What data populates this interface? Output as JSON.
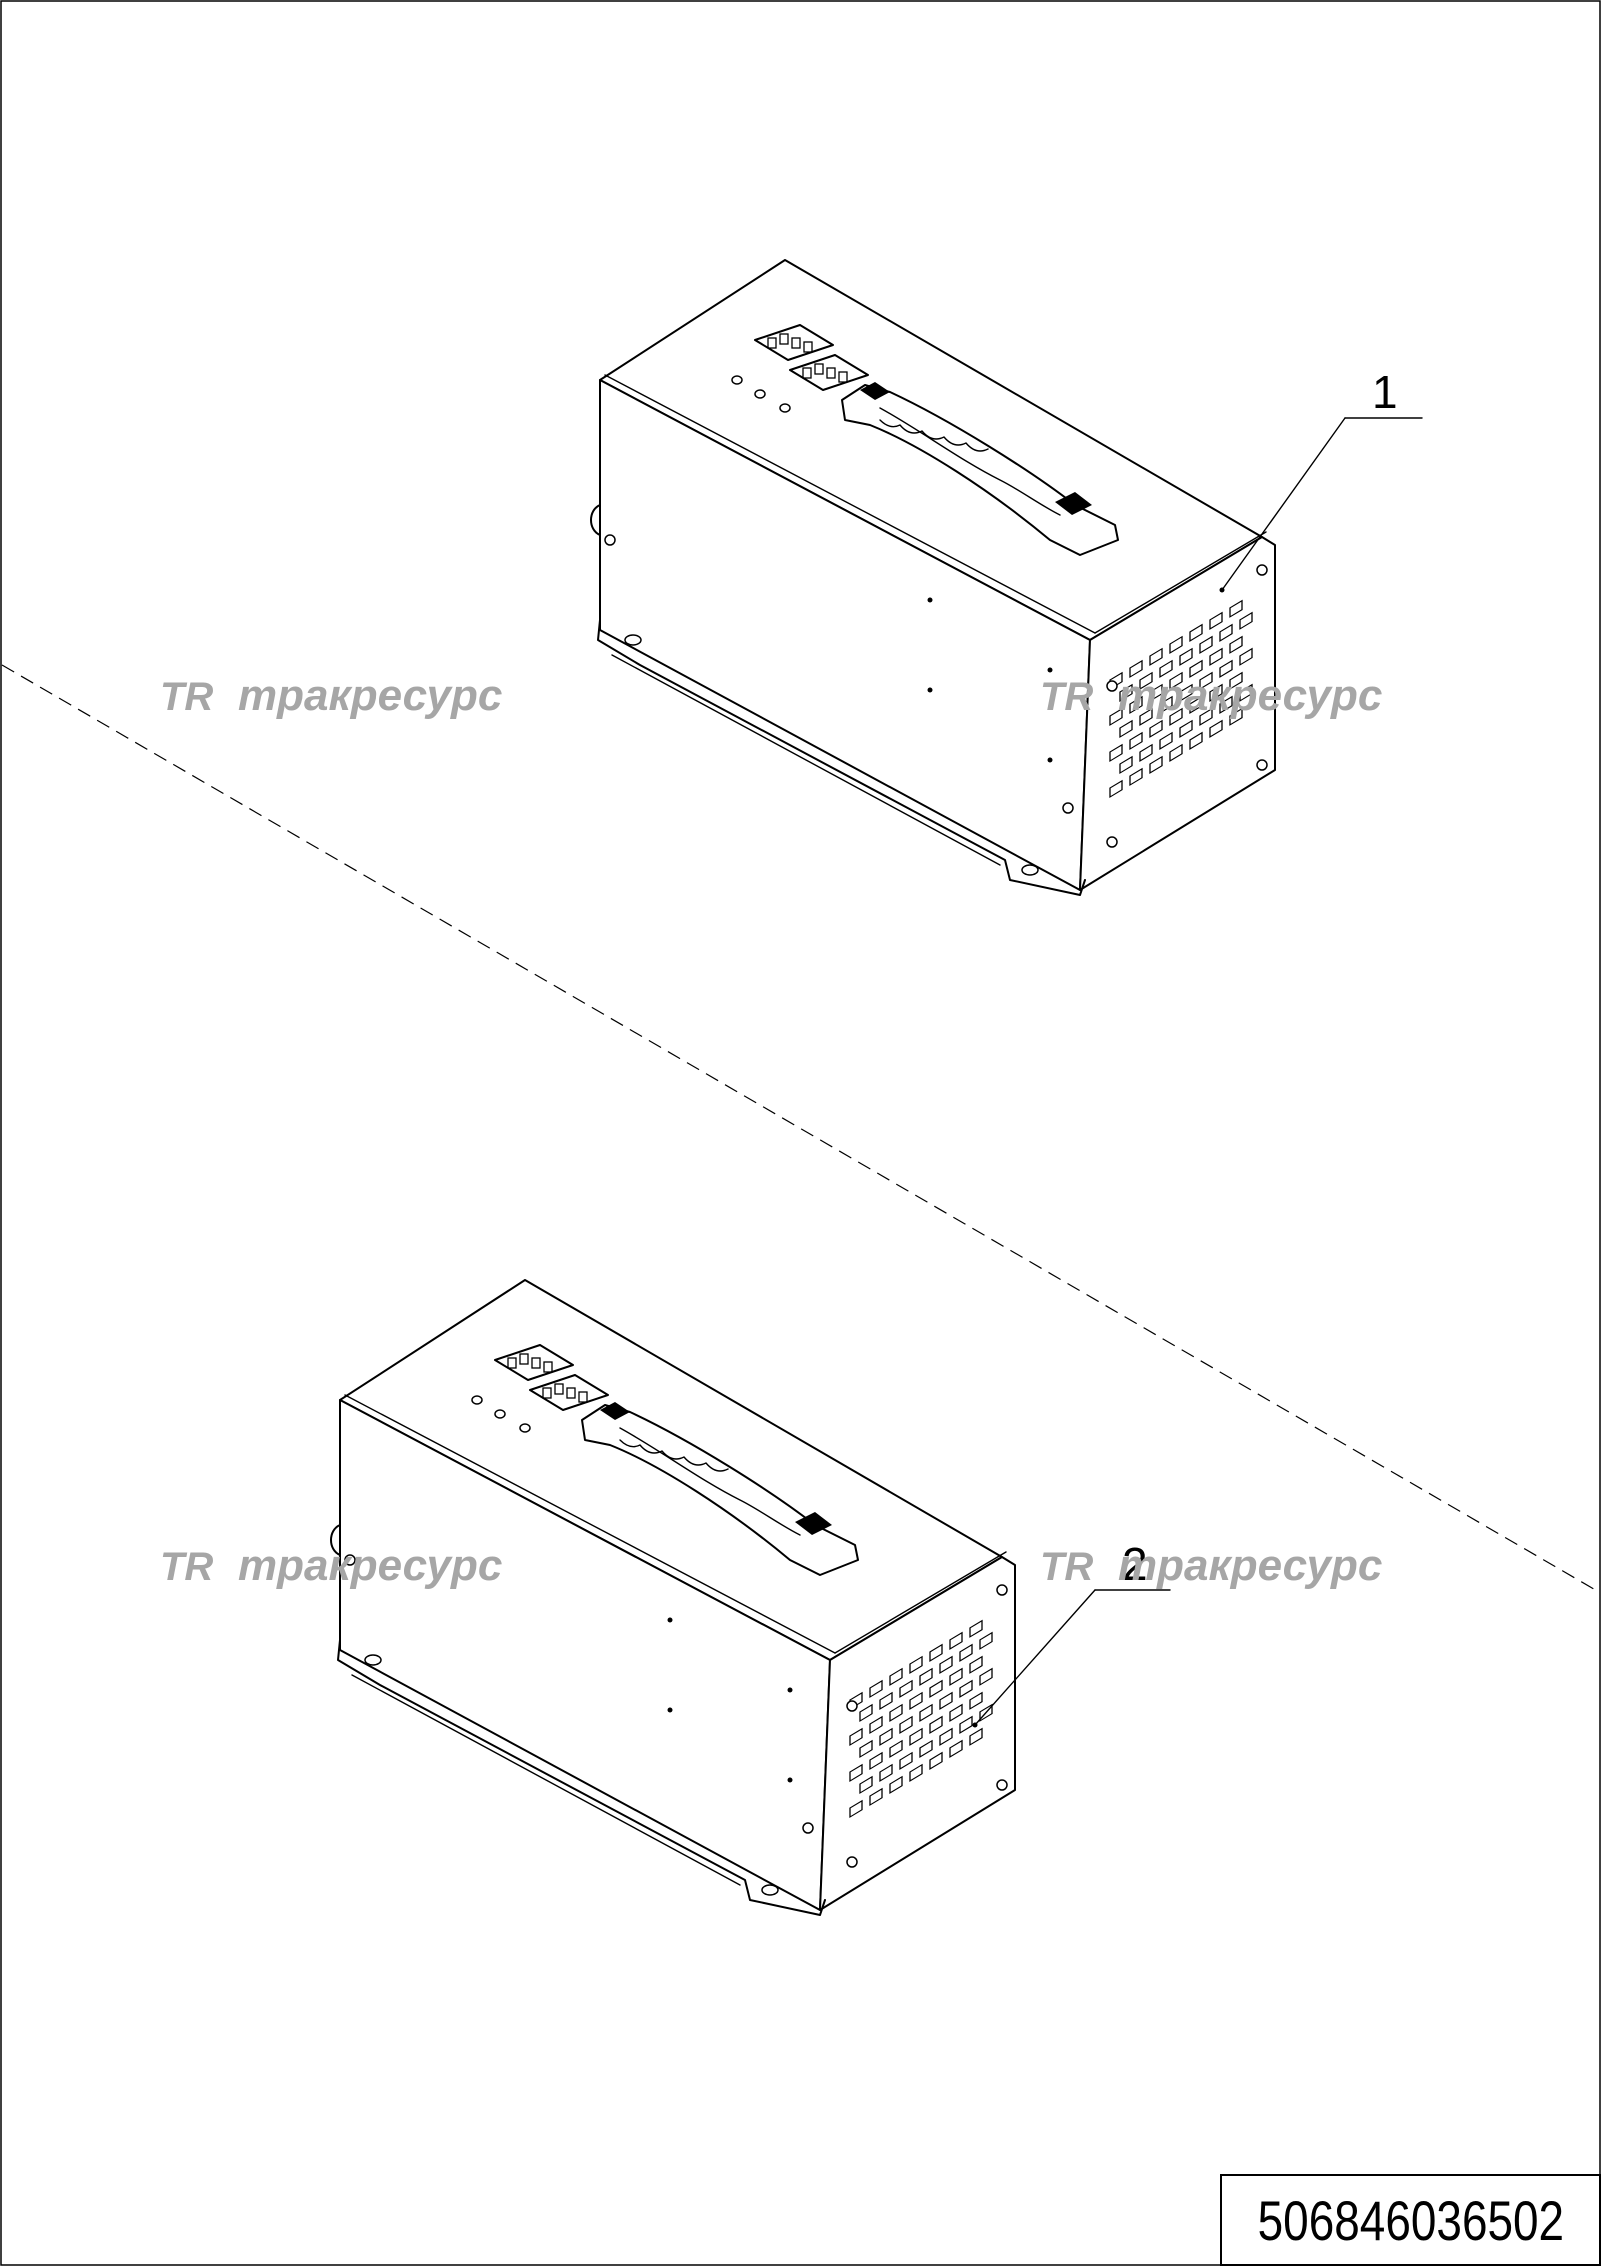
{
  "drawing": {
    "callouts": [
      {
        "id": "callout-1",
        "label": "1"
      },
      {
        "id": "callout-2",
        "label": "2"
      }
    ],
    "watermark": {
      "logo_text": "TR",
      "brand_text": "тракресурс",
      "color": "#a6a6a6"
    },
    "drawing_number": "506846036502",
    "line_color": "#000000",
    "background": "#ffffff"
  }
}
